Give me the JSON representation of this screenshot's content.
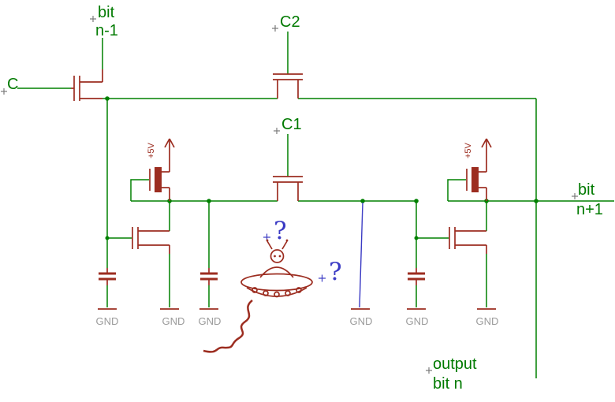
{
  "colors": {
    "wire": "#008000",
    "label_green": "#007a00",
    "component": "#9c2d20",
    "annotation_blue": "#3b3bc4",
    "gnd_text": "#9a9a9a",
    "origin_cross": "#7a7a7a"
  },
  "labels": {
    "input_bit": {
      "line1": "bit",
      "line2": "n-1"
    },
    "clock_c": "C",
    "clock_c2": "C2",
    "clock_c1": "C1",
    "output_bit_next": {
      "line1": "bit",
      "line2": "n+1"
    },
    "output_bit": {
      "line1": "output",
      "line2": "bit n"
    },
    "supply_left": "+5V",
    "supply_right": "+5V"
  },
  "gnd_labels": [
    "GND",
    "GND",
    "GND",
    "GND",
    "GND",
    "GND"
  ],
  "annotations": {
    "question1": "?",
    "question2": "?"
  }
}
